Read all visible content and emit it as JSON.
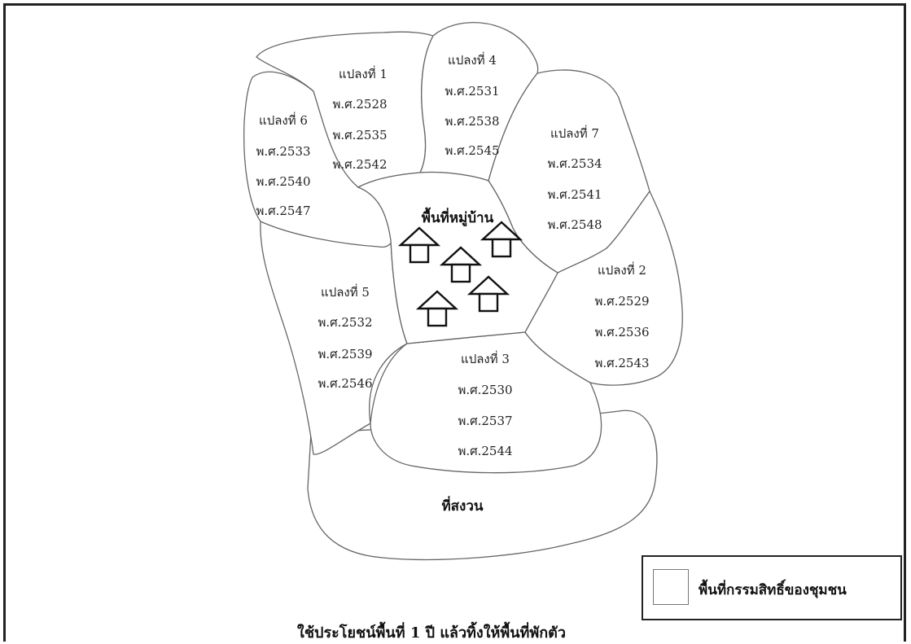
{
  "plots": [
    {
      "id": "plot-1",
      "name": "แปลงที่ 1",
      "years": [
        "พ.ศ.2528",
        "พ.ศ.2535",
        "พ.ศ.2542"
      ]
    },
    {
      "id": "plot-2",
      "name": "แปลงที่ 2",
      "years": [
        "พ.ศ.2529",
        "พ.ศ.2536",
        "พ.ศ.2543"
      ]
    },
    {
      "id": "plot-3",
      "name": "แปลงที่ 3",
      "years": [
        "พ.ศ.2530",
        "พ.ศ.2537",
        "พ.ศ.2544"
      ]
    },
    {
      "id": "plot-4",
      "name": "แปลงที่ 4",
      "years": [
        "พ.ศ.2531",
        "พ.ศ.2538",
        "พ.ศ.2545"
      ]
    },
    {
      "id": "plot-5",
      "name": "แปลงที่ 5",
      "years": [
        "พ.ศ.2532",
        "พ.ศ.2539",
        "พ.ศ.2546"
      ]
    },
    {
      "id": "plot-6",
      "name": "แปลงที่ 6",
      "years": [
        "พ.ศ.2533",
        "พ.ศ.2540",
        "พ.ศ.2547"
      ]
    },
    {
      "id": "plot-7",
      "name": "แปลงที่ 7",
      "years": [
        "พ.ศ.2534",
        "พ.ศ.2541",
        "พ.ศ.2548"
      ]
    }
  ],
  "village_label": "พื้นที่หมู่บ้าน",
  "reserve_label": "ที่สงวน",
  "legend_label": "พื้นที่กรรมสิทธิ์ของชุมชน",
  "caption": "ใช้ประโยชน์พื้นที่ 1 ปี แล้วทิ้งให้พื้นที่พักตัว",
  "house_count": 5,
  "colors": {
    "outline": "#666666",
    "house": "#111111",
    "frame": "#222222"
  }
}
